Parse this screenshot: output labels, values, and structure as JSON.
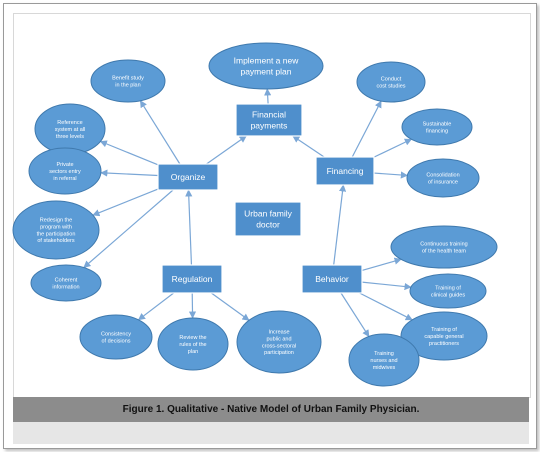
{
  "caption": "Figure 1. Qualitative - Native Model of Urban Family Physician.",
  "colors": {
    "ellipse_fill": "#5b9bd5",
    "ellipse_stroke": "#3f79ad",
    "box_fill": "#4f8fcc",
    "arrow": "#7ba7d6",
    "caption_band": "#8c8c8c"
  },
  "nodes": {
    "implement": "Implement a new|payment plan",
    "financial": "Financial|payments",
    "financing": "Financing",
    "organize": "Organize",
    "center": "Urban family|doctor",
    "regulation": "Regulation",
    "behavior": "Behavior",
    "benefit": "Benefit study|in the plan",
    "referral_system": "Reference|system at all|three levels",
    "private": "Private|sectors entry|in referral",
    "redesign": "Redesign the|program with|the participation|of stakeholders",
    "coherent": "Coherent|information",
    "cost": "Conduct|cost studies",
    "sustainable": "Sustainable|financing",
    "consolidation": "Consolidation|of insurance",
    "consistency": "Consistency|of decisions",
    "review": "Review the|rules of the|plan",
    "increase": "Increase|public and|cross-sectoral|participation",
    "continuous": "Continuous training|of the health team",
    "clinical": "Training of|clinical guides",
    "capable": "Training of|capable general|practitioners",
    "nurses": "Training|nurses and|midwives"
  }
}
